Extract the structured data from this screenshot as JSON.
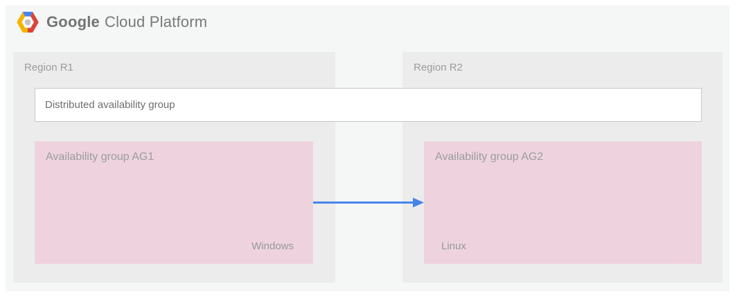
{
  "header": {
    "brand": "Google",
    "product": "Cloud Platform",
    "logo_icon": "gcp-hexagon-icon"
  },
  "distributed_group": {
    "label": "Distributed availability group"
  },
  "regions": [
    {
      "label": "Region R1",
      "availability_group": {
        "label": "Availability group AG1",
        "os": "Windows"
      }
    },
    {
      "label": "Region R2",
      "availability_group": {
        "label": "Availability group AG2",
        "os": "Linux"
      }
    }
  ],
  "arrow": {
    "direction": "AG1-to-AG2",
    "color": "#4683EA"
  },
  "colors": {
    "canvas_bg": "#F5F6F6",
    "region_bg": "#ECECEC",
    "availability_group_bg": "#EED3DE",
    "distributed_box_bg": "#FFFFFF",
    "distributed_box_border": "#C5C6C6",
    "region_label_text": "#9B9B9B",
    "distributed_label_text": "#6E6E6E",
    "logo_blue": "#4285F4",
    "logo_red": "#DB4437",
    "logo_yellow": "#F4B400",
    "logo_circle_gray": "#C3C3C5"
  }
}
